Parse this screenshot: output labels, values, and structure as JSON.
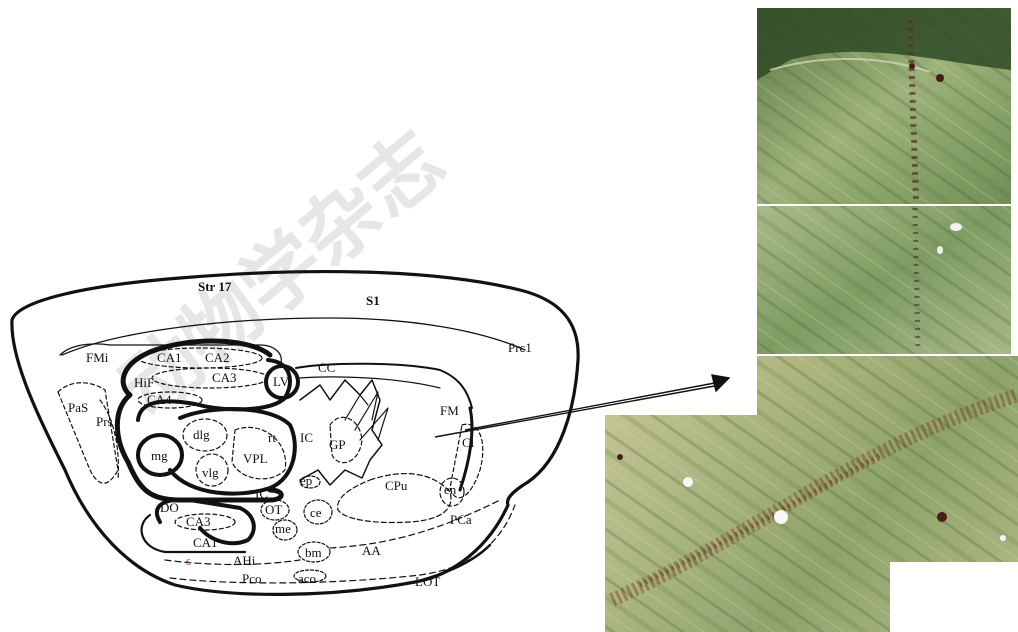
{
  "watermark": "动物学杂志",
  "diagram": {
    "region_labels": [
      {
        "id": "str17",
        "text": "Str 17"
      },
      {
        "id": "s1",
        "text": "S1"
      },
      {
        "id": "prc1",
        "text": "Prc1"
      },
      {
        "id": "fmi",
        "text": "FMi"
      },
      {
        "id": "ca1-top",
        "text": "CA1"
      },
      {
        "id": "ca2",
        "text": "CA2"
      },
      {
        "id": "ca3-top",
        "text": "CA3"
      },
      {
        "id": "hif",
        "text": "HiF"
      },
      {
        "id": "ca4",
        "text": "CA4"
      },
      {
        "id": "lv",
        "text": "LV"
      },
      {
        "id": "cc",
        "text": "CC"
      },
      {
        "id": "pas",
        "text": "PaS"
      },
      {
        "id": "prs",
        "text": "Prs"
      },
      {
        "id": "dlg",
        "text": "dlg"
      },
      {
        "id": "rt",
        "text": "rt"
      },
      {
        "id": "ic-top",
        "text": "IC"
      },
      {
        "id": "gp",
        "text": "GP"
      },
      {
        "id": "fm",
        "text": "FM"
      },
      {
        "id": "cl",
        "text": "Cl"
      },
      {
        "id": "mg",
        "text": "mg"
      },
      {
        "id": "vlg",
        "text": "vlg"
      },
      {
        "id": "vpl",
        "text": "VPL"
      },
      {
        "id": "ep",
        "text": "ep"
      },
      {
        "id": "cpu",
        "text": "CPu"
      },
      {
        "id": "en",
        "text": "en"
      },
      {
        "id": "ic-bottom",
        "text": "IC"
      },
      {
        "id": "do",
        "text": "DO"
      },
      {
        "id": "ot",
        "text": "OT"
      },
      {
        "id": "ce",
        "text": "ce"
      },
      {
        "id": "ca3-bottom",
        "text": "CA3"
      },
      {
        "id": "me",
        "text": "me"
      },
      {
        "id": "pca",
        "text": "PCa"
      },
      {
        "id": "ca1-bottom",
        "text": "CA1"
      },
      {
        "id": "ahi",
        "text": "AHi"
      },
      {
        "id": "bm",
        "text": "bm"
      },
      {
        "id": "aa",
        "text": "AA"
      },
      {
        "id": "s",
        "text": "s"
      },
      {
        "id": "pco",
        "text": "Pco"
      },
      {
        "id": "aco",
        "text": "aco"
      },
      {
        "id": "lot",
        "text": "LOT"
      }
    ]
  },
  "colors": {
    "outline": "#111111",
    "micrograph_green": "#8fa66a",
    "micrograph_dark": "#2f4f2e",
    "stain": "#7a3f1e",
    "paper": "#ffffff"
  }
}
